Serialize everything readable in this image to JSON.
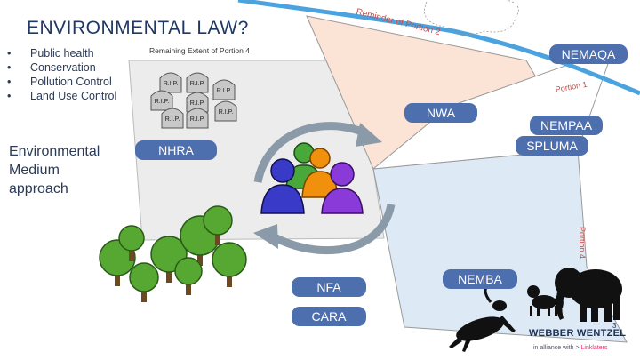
{
  "title": "ENVIRONMENTAL LAW?",
  "bullets": [
    "Public health",
    "Conservation",
    "Pollution Control",
    "Land Use Control"
  ],
  "approach": "Environmental Medium approach",
  "remaining_label": "Remaining Extent of Portion 4",
  "portion_labels": {
    "reminder": "Reminder of Portion 2",
    "portion1": "Portion 1",
    "portion4": "Portion 4"
  },
  "grave_label": "R.I.P.",
  "boxes": {
    "nemaqa": "NEMAQA",
    "nwa": "NWA",
    "nempaa": "NEMPAA",
    "spluma": "SPLUMA",
    "nhra": "NHRA",
    "nfa": "NFA",
    "cara": "CARA",
    "nemba": "NEMBA"
  },
  "logo": {
    "name": "WEBBER WENTZEL",
    "tagline_pre": "in alliance with > ",
    "tagline_brand": "Linklaters",
    "page": "3"
  },
  "colors": {
    "box_blue": "#4e6fae",
    "title_navy": "#1f3864",
    "land_grey": "#ececec",
    "land_peach": "#fbe3d6",
    "land_blue": "#ddeaf6",
    "river": "#4aa3de",
    "tree_green": "#56a832",
    "person_blue": "#3a3ac8",
    "person_green": "#48a83a",
    "person_orange": "#f0900c",
    "person_purple": "#8a3ad8"
  }
}
